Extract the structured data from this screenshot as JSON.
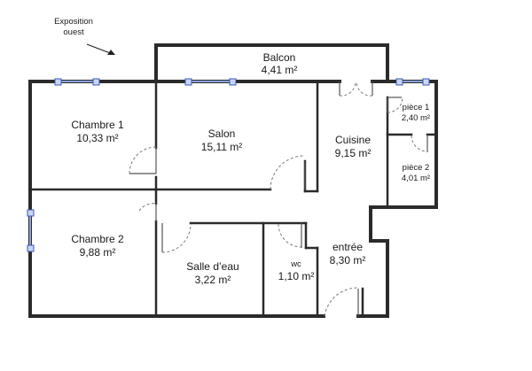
{
  "orientation": {
    "line1": "Exposition",
    "line2": "ouest"
  },
  "rooms": {
    "balcon": {
      "name": "Balcon",
      "area": "4,41 m²"
    },
    "chambre1": {
      "name": "Chambre 1",
      "area": "10,33 m²"
    },
    "salon": {
      "name": "Salon",
      "area": "15,11 m²"
    },
    "cuisine": {
      "name": "Cuisine",
      "area": "9,15 m²"
    },
    "piece1": {
      "name": "pièce 1",
      "area": "2,40 m²"
    },
    "piece2": {
      "name": "pièce 2",
      "area": "4,01 m²"
    },
    "chambre2": {
      "name": "Chambre 2",
      "area": "9,88 m²"
    },
    "salledeau": {
      "name": "Salle d’eau",
      "area": "3,22 m²"
    },
    "wc": {
      "name": "wc",
      "area": "1,10 m²"
    },
    "entree": {
      "name": "entrée",
      "area": "8,30 m²"
    }
  },
  "colors": {
    "wall": "#2b2b2b",
    "window": "#3a57b5",
    "window_glass": "#8aa4e0",
    "background": "#ffffff"
  }
}
